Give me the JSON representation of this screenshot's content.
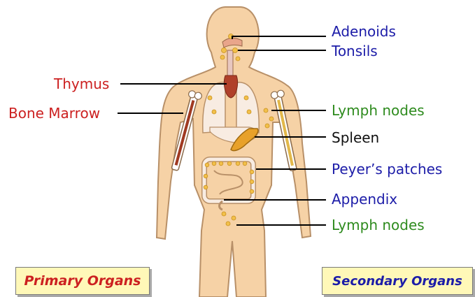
{
  "labels": {
    "adenoids": "Adenoids",
    "tonsils": "Tonsils",
    "thymus": "Thymus",
    "bone_marrow": "Bone Marrow",
    "lymph_nodes_upper": "Lymph nodes",
    "spleen": "Spleen",
    "peyers_patches": "Peyer’s patches",
    "appendix": "Appendix",
    "lymph_nodes_lower": "Lymph nodes"
  },
  "boxes": {
    "primary": "Primary Organs",
    "secondary": "Secondary Organs"
  },
  "colors": {
    "primary_red": "#cc2020",
    "secondary_blue": "#1c1ca8",
    "lymph_green": "#2e8b1e",
    "label_black": "#111111",
    "skin": "#f6d2a6",
    "skin_outline": "#b89068",
    "node_yellow": "#f2c04a",
    "spleen_orange": "#e8a12a",
    "thymus_red": "#b0402a",
    "box_fill": "#fff8b8"
  }
}
